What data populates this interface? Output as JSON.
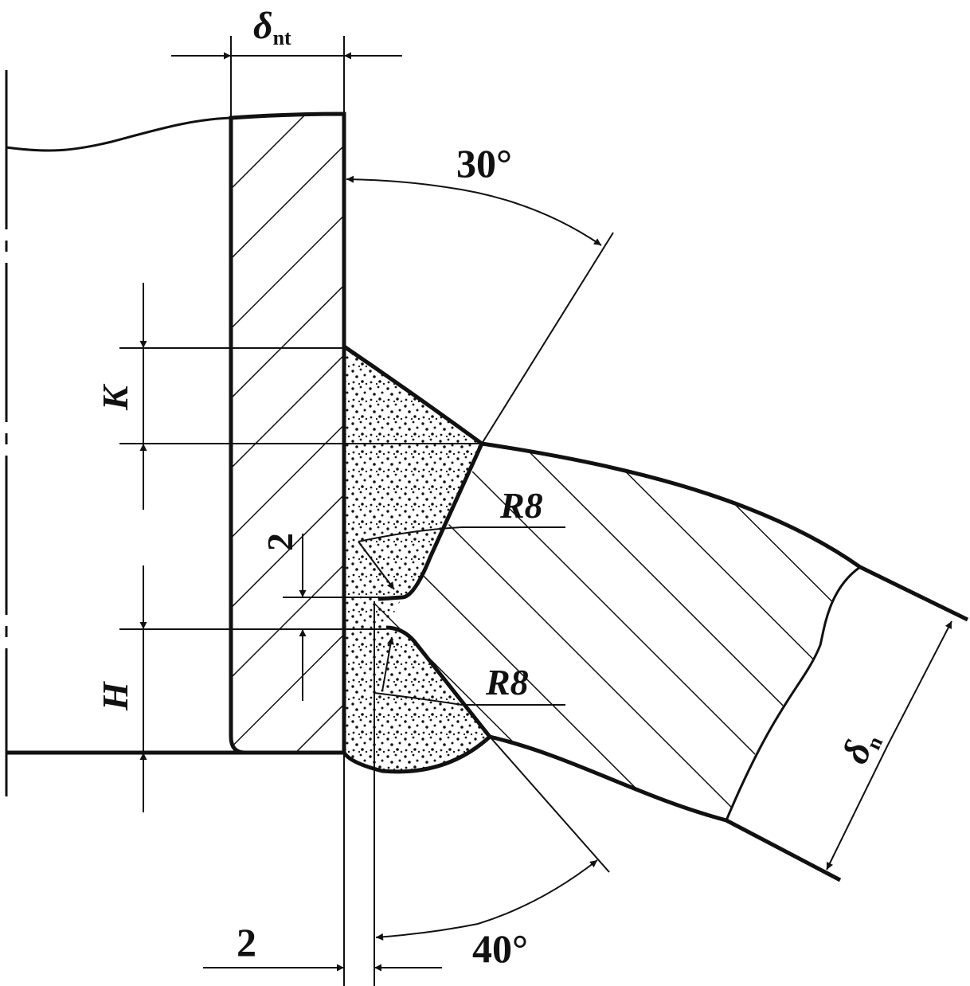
{
  "labels": {
    "delta_nt": "δ",
    "delta_nt_sub": "nt",
    "delta_n": "δ",
    "delta_n_sub": "n",
    "angle_top": "30°",
    "angle_bottom": "40°",
    "radius_upper": "R8",
    "radius_lower": "R8",
    "dim_k": "K",
    "dim_h": "H",
    "dim_gap_vertical": "2",
    "dim_gap_bottom": "2"
  },
  "colors": {
    "line": "#111111",
    "background": "#ffffff"
  }
}
